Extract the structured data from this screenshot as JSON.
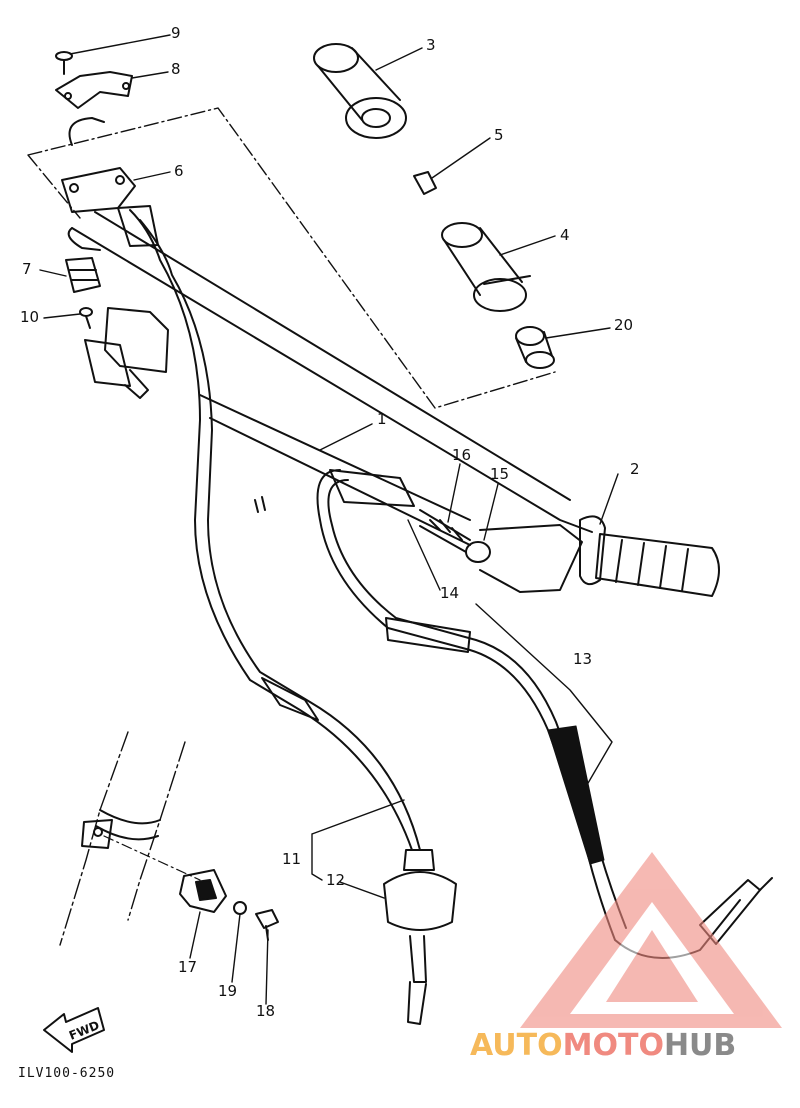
{
  "diagram": {
    "code": "ILV100-6250",
    "fwd_label": "FWD",
    "part_numbers": [
      "1",
      "2",
      "3",
      "4",
      "5",
      "6",
      "7",
      "8",
      "9",
      "10",
      "11",
      "12",
      "13",
      "14",
      "15",
      "16",
      "17",
      "18",
      "19",
      "20"
    ]
  },
  "watermark": {
    "parts": [
      "AUTO",
      "MOTO",
      "HUB"
    ],
    "colors": [
      "#f6b95a",
      "#f08a80",
      "#8a8a8a"
    ],
    "logo_color": "#f08a80"
  }
}
